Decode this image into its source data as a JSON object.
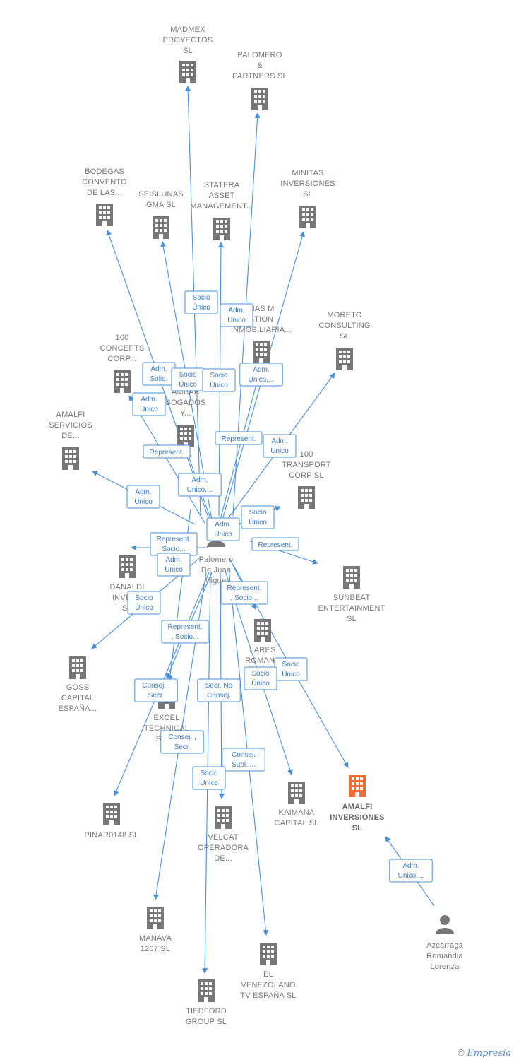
{
  "colors": {
    "edge": "#4a90d9",
    "node": "#777777",
    "focus": "#f26c3a",
    "label": "#777777"
  },
  "nodes": [
    {
      "id": "center",
      "kind": "person",
      "icon": "person-icon",
      "lines": [
        "Palomero",
        "De Juan",
        "Miguel"
      ]
    },
    {
      "id": "azcarraga",
      "kind": "person",
      "icon": "person-icon",
      "lines": [
        "Azcarraga",
        "Romandia",
        "Lorenza"
      ]
    },
    {
      "id": "madmex",
      "kind": "company",
      "icon": "building-icon",
      "lines": [
        "MADMEX",
        "PROYECTOS",
        "SL"
      ]
    },
    {
      "id": "palomero_partners",
      "kind": "company",
      "icon": "building-icon",
      "lines": [
        "PALOMERO",
        "&",
        "PARTNERS SL"
      ]
    },
    {
      "id": "bodegas",
      "kind": "company",
      "icon": "building-icon",
      "lines": [
        "BODEGAS",
        "CONVENTO",
        "DE LAS..."
      ]
    },
    {
      "id": "seislunas",
      "kind": "company",
      "icon": "building-icon",
      "lines": [
        "SEISLUNAS",
        "GMA  SL"
      ]
    },
    {
      "id": "statera",
      "kind": "company",
      "icon": "building-icon",
      "lines": [
        "STATERA",
        "ASSET",
        "MANAGEMENT..."
      ]
    },
    {
      "id": "minitas",
      "kind": "company",
      "icon": "building-icon",
      "lines": [
        "MINITAS",
        "INVERSIONES",
        "SL"
      ]
    },
    {
      "id": "mas_gestion",
      "kind": "company",
      "icon": "building-icon",
      "lines": [
        "MAS M",
        "STION",
        "INMOBILIARIA..."
      ]
    },
    {
      "id": "moreto",
      "kind": "company",
      "icon": "building-icon",
      "lines": [
        "MORETO",
        "CONSULTING",
        "SL"
      ]
    },
    {
      "id": "concepts",
      "kind": "company",
      "icon": "building-icon",
      "lines": [
        "100",
        "CONCEPTS",
        "CORP..."
      ]
    },
    {
      "id": "abogados",
      "kind": "company",
      "icon": "building-icon",
      "lines": [
        "AMBAR",
        "BOGADOS",
        "Y..."
      ]
    },
    {
      "id": "amalfi_serv",
      "kind": "company",
      "icon": "building-icon",
      "lines": [
        "AMALFI",
        "SERVICIOS",
        "DE..."
      ]
    },
    {
      "id": "transport",
      "kind": "company",
      "icon": "building-icon",
      "lines": [
        "100",
        "TRANSPORT",
        "CORP  SL"
      ]
    },
    {
      "id": "danaldi",
      "kind": "company",
      "icon": "building-icon",
      "lines": [
        "DANALDI",
        "INVERS",
        "SL"
      ]
    },
    {
      "id": "sunbeat",
      "kind": "company",
      "icon": "building-icon",
      "lines": [
        "SUNBEAT",
        "ENTERTAINMENT",
        "SL"
      ]
    },
    {
      "id": "lares",
      "kind": "company",
      "icon": "building-icon",
      "lines": [
        "LARES",
        "ROMANA"
      ]
    },
    {
      "id": "goss",
      "kind": "company",
      "icon": "building-icon",
      "lines": [
        "GOSS",
        "CAPITAL",
        "ESPAÑA..."
      ]
    },
    {
      "id": "excel",
      "kind": "company",
      "icon": "building-icon",
      "lines": [
        "EXCEL",
        "TECHNICAL",
        "SERV"
      ]
    },
    {
      "id": "pinar",
      "kind": "company",
      "icon": "building-icon",
      "lines": [
        "PINAR0148  SL"
      ]
    },
    {
      "id": "velcat",
      "kind": "company",
      "icon": "building-icon",
      "lines": [
        "VELCAT",
        "OPERADORA",
        "DE..."
      ]
    },
    {
      "id": "kaimana",
      "kind": "company",
      "icon": "building-icon",
      "lines": [
        "KAIMANA",
        "CAPITAL  SL"
      ]
    },
    {
      "id": "amalfi_inv",
      "kind": "focus",
      "icon": "building-icon",
      "lines": [
        "AMALFI",
        "INVERSIONES",
        "SL"
      ]
    },
    {
      "id": "manava",
      "kind": "company",
      "icon": "building-icon",
      "lines": [
        "MANAVA",
        "1207  SL"
      ]
    },
    {
      "id": "venezolano",
      "kind": "company",
      "icon": "building-icon",
      "lines": [
        "EL",
        "VENEZOLANO",
        "TV ESPAÑA  SL"
      ]
    },
    {
      "id": "tiedford",
      "kind": "company",
      "icon": "building-icon",
      "lines": [
        "TIEDFORD",
        "GROUP  SL"
      ]
    }
  ],
  "badges": [
    {
      "lines": [
        "Socio",
        "Único"
      ]
    },
    {
      "lines": [
        "Adm.",
        "Unico"
      ]
    },
    {
      "lines": [
        "Adm.",
        "Solid."
      ]
    },
    {
      "lines": [
        "Socio",
        "Único"
      ]
    },
    {
      "lines": [
        "Socio",
        "Único"
      ]
    },
    {
      "lines": [
        "Adm.",
        "Unico,..."
      ]
    },
    {
      "lines": [
        "Adm.",
        "Unico"
      ]
    },
    {
      "lines": [
        "Represent."
      ]
    },
    {
      "lines": [
        "Represent."
      ]
    },
    {
      "lines": [
        "Adm.",
        "Unico"
      ]
    },
    {
      "lines": [
        "Adm.",
        "Unico,..."
      ]
    },
    {
      "lines": [
        "Adm.",
        "Unico"
      ]
    },
    {
      "lines": [
        "Socio",
        "Único"
      ]
    },
    {
      "lines": [
        "Adm.",
        "Unico"
      ]
    },
    {
      "lines": [
        "Represent."
      ]
    },
    {
      "lines": [
        "Represent.",
        "Socio..."
      ]
    },
    {
      "lines": [
        "Adm.",
        "Unico"
      ]
    },
    {
      "lines": [
        "Represent.",
        ", Socio..."
      ]
    },
    {
      "lines": [
        "Socio",
        "Único"
      ]
    },
    {
      "lines": [
        "Represent.",
        ", Socio..."
      ]
    },
    {
      "lines": [
        "Socio",
        "Único"
      ]
    },
    {
      "lines": [
        "Socio",
        "Único"
      ]
    },
    {
      "lines": [
        "Consej. ,",
        "Secr."
      ]
    },
    {
      "lines": [
        "Secr.  No",
        "Consej."
      ]
    },
    {
      "lines": [
        "Consej. ,",
        "Secr."
      ]
    },
    {
      "lines": [
        "Consej.",
        "Supl.,..."
      ]
    },
    {
      "lines": [
        "Socio",
        "Único"
      ]
    },
    {
      "lines": [
        "Adm.",
        "Unico,..."
      ]
    }
  ],
  "footer": {
    "copyright": "©",
    "brand": "Empresia"
  }
}
